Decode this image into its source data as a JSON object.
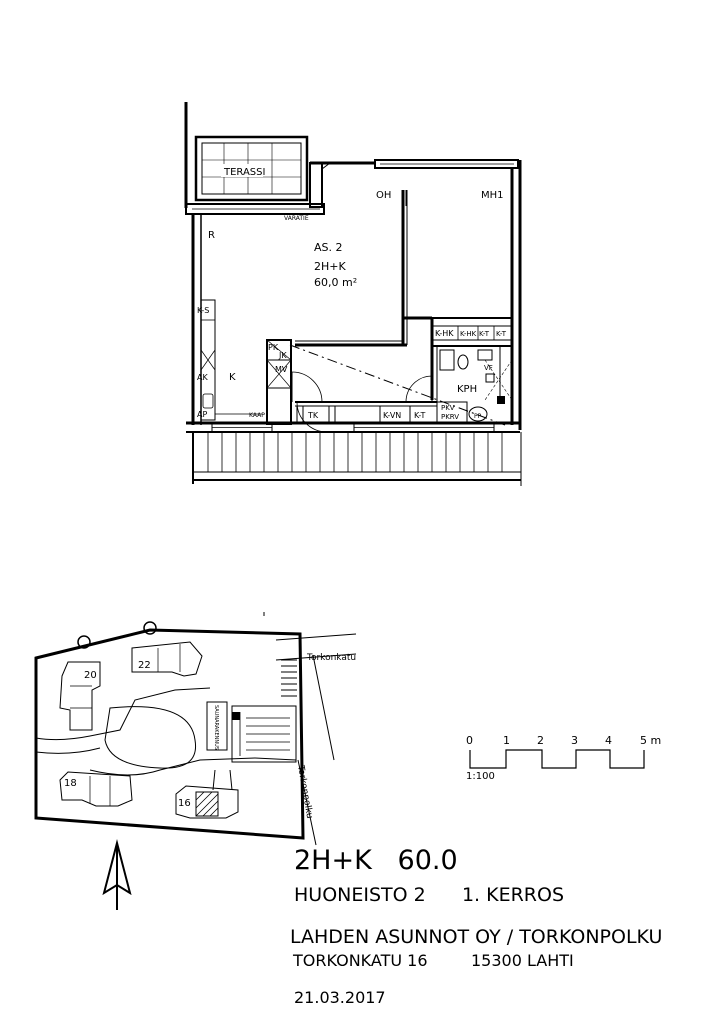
{
  "plan": {
    "rooms": {
      "terrace": "TERASSI",
      "living": "OH",
      "bedroom": "MH1",
      "hall": "R",
      "kitchen": "K",
      "bathroom": "KPH",
      "storage": "VARATIE"
    },
    "apartment": {
      "id": "AS. 2",
      "type": "2H+K",
      "area": "60,0 m²"
    },
    "fixtures": {
      "ks": "K-S",
      "ak": "AK",
      "ap": "AP",
      "kaap": "KAAP",
      "pk": "PK",
      "jk": "JK",
      "mv": "MV",
      "tk": "TK",
      "kvn": "K-VN",
      "kt": "K-T",
      "kh1": "K-HK",
      "kh2": "K-HK",
      "kt2": "K-T",
      "kt3": "K-T",
      "pkv": "PKV",
      "pkrv": "PKRV",
      "pp": "PP",
      "vf": "VF"
    }
  },
  "site": {
    "street_north": "Torkonkatu",
    "street_east": "Torkonpolku",
    "buildings": [
      "20",
      "22",
      "18",
      "16"
    ],
    "sauna_label": "SAUNARAKENNUS"
  },
  "scale": {
    "ticks": [
      "0",
      "1",
      "2",
      "3",
      "4",
      "5 m"
    ],
    "ratio": "1:100"
  },
  "title": {
    "type_area": "2H+K   60.0",
    "apartment": "HUONEISTO 2      1. KERROS",
    "company": "LAHDEN ASUNNOT OY / TORKONPOLKU",
    "address_street": "TORKONKATU 16",
    "address_city": "15300 LAHTI",
    "date": "21.03.2017"
  }
}
